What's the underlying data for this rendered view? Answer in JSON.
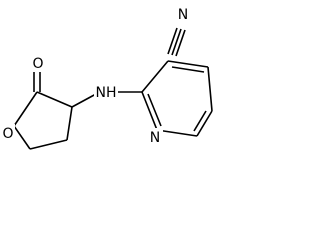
{
  "molecule": {
    "atom_labels": {
      "nitrile_n": "N",
      "carbonyl_o": "O",
      "ring_o": "O",
      "amine": "NH",
      "pyridine_n": "N"
    },
    "colors": {
      "bond": "#000000",
      "label": "#000000",
      "background": "#ffffff"
    }
  }
}
